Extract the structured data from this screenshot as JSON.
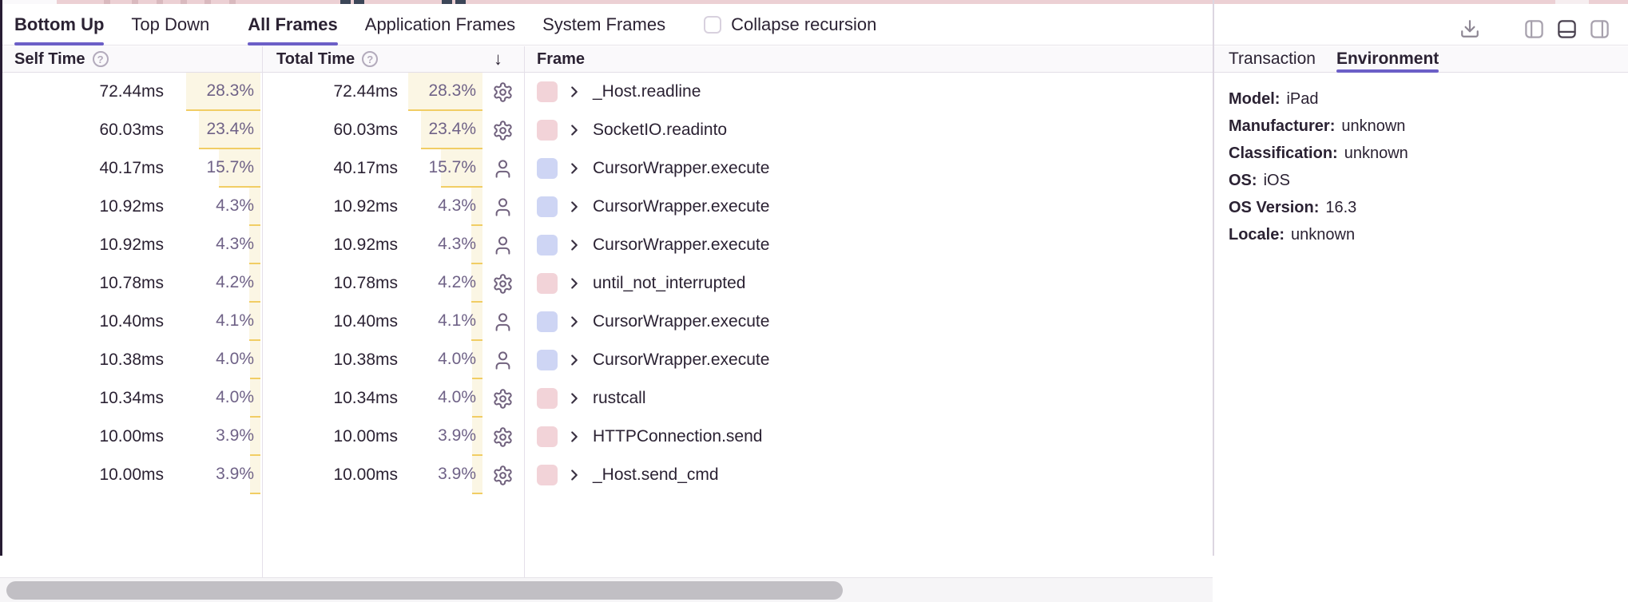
{
  "colors": {
    "accent_purple": "#6c5fc7",
    "ink": "#2b2233",
    "muted_percent": "#6f6287",
    "pink": "#f2d3d8",
    "blue": "#ced5f4",
    "bar_fill": "#fbf6e4",
    "bar_edge": "#f1cd64",
    "minimap_pink": "#ecd0d4"
  },
  "toolbar": {
    "view_tabs": [
      {
        "label": "Bottom Up",
        "active": true
      },
      {
        "label": "Top Down",
        "active": false
      }
    ],
    "frame_tabs": [
      {
        "label": "All Frames",
        "active": true
      },
      {
        "label": "Application Frames",
        "active": false
      },
      {
        "label": "System Frames",
        "active": false
      }
    ],
    "collapse": {
      "label": "Collapse recursion",
      "checked": false
    },
    "icons": [
      "download-icon",
      "panel-left-icon",
      "panel-bottom-icon",
      "panel-right-icon"
    ],
    "active_layout_icon": "panel-bottom-icon"
  },
  "table": {
    "headers": {
      "self": "Self Time",
      "total": "Total Time",
      "frame": "Frame"
    },
    "help_glyph": "?",
    "sort_arrow": "↓",
    "rows": [
      {
        "self_time": "72.44ms",
        "self_pct": "28.3%",
        "total_time": "72.44ms",
        "total_pct": "28.3%",
        "pct": 28.3,
        "icon": "gear-icon",
        "frame_color": "pink",
        "name": "_Host.readline"
      },
      {
        "self_time": "60.03ms",
        "self_pct": "23.4%",
        "total_time": "60.03ms",
        "total_pct": "23.4%",
        "pct": 23.4,
        "icon": "gear-icon",
        "frame_color": "pink",
        "name": "SocketIO.readinto"
      },
      {
        "self_time": "40.17ms",
        "self_pct": "15.7%",
        "total_time": "40.17ms",
        "total_pct": "15.7%",
        "pct": 15.7,
        "icon": "user-icon",
        "frame_color": "blue",
        "name": "CursorWrapper.execute"
      },
      {
        "self_time": "10.92ms",
        "self_pct": "4.3%",
        "total_time": "10.92ms",
        "total_pct": "4.3%",
        "pct": 4.3,
        "icon": "user-icon",
        "frame_color": "blue",
        "name": "CursorWrapper.execute"
      },
      {
        "self_time": "10.92ms",
        "self_pct": "4.3%",
        "total_time": "10.92ms",
        "total_pct": "4.3%",
        "pct": 4.3,
        "icon": "user-icon",
        "frame_color": "blue",
        "name": "CursorWrapper.execute"
      },
      {
        "self_time": "10.78ms",
        "self_pct": "4.2%",
        "total_time": "10.78ms",
        "total_pct": "4.2%",
        "pct": 4.2,
        "icon": "gear-icon",
        "frame_color": "pink",
        "name": "until_not_interrupted"
      },
      {
        "self_time": "10.40ms",
        "self_pct": "4.1%",
        "total_time": "10.40ms",
        "total_pct": "4.1%",
        "pct": 4.1,
        "icon": "user-icon",
        "frame_color": "blue",
        "name": "CursorWrapper.execute"
      },
      {
        "self_time": "10.38ms",
        "self_pct": "4.0%",
        "total_time": "10.38ms",
        "total_pct": "4.0%",
        "pct": 4.0,
        "icon": "user-icon",
        "frame_color": "blue",
        "name": "CursorWrapper.execute"
      },
      {
        "self_time": "10.34ms",
        "self_pct": "4.0%",
        "total_time": "10.34ms",
        "total_pct": "4.0%",
        "pct": 4.0,
        "icon": "gear-icon",
        "frame_color": "pink",
        "name": "rustcall"
      },
      {
        "self_time": "10.00ms",
        "self_pct": "3.9%",
        "total_time": "10.00ms",
        "total_pct": "3.9%",
        "pct": 3.9,
        "icon": "gear-icon",
        "frame_color": "pink",
        "name": "HTTPConnection.send"
      },
      {
        "self_time": "10.00ms",
        "self_pct": "3.9%",
        "total_time": "10.00ms",
        "total_pct": "3.9%",
        "pct": 3.9,
        "icon": "gear-icon",
        "frame_color": "pink",
        "name": "_Host.send_cmd"
      }
    ]
  },
  "details": {
    "tabs": [
      {
        "label": "Transaction",
        "active": false
      },
      {
        "label": "Environment",
        "active": true
      }
    ],
    "fields": [
      {
        "label": "Model:",
        "value": "iPad"
      },
      {
        "label": "Manufacturer:",
        "value": "unknown"
      },
      {
        "label": "Classification:",
        "value": "unknown"
      },
      {
        "label": "OS:",
        "value": "iOS"
      },
      {
        "label": "OS Version:",
        "value": "16.3"
      },
      {
        "label": "Locale:",
        "value": "unknown"
      }
    ]
  }
}
